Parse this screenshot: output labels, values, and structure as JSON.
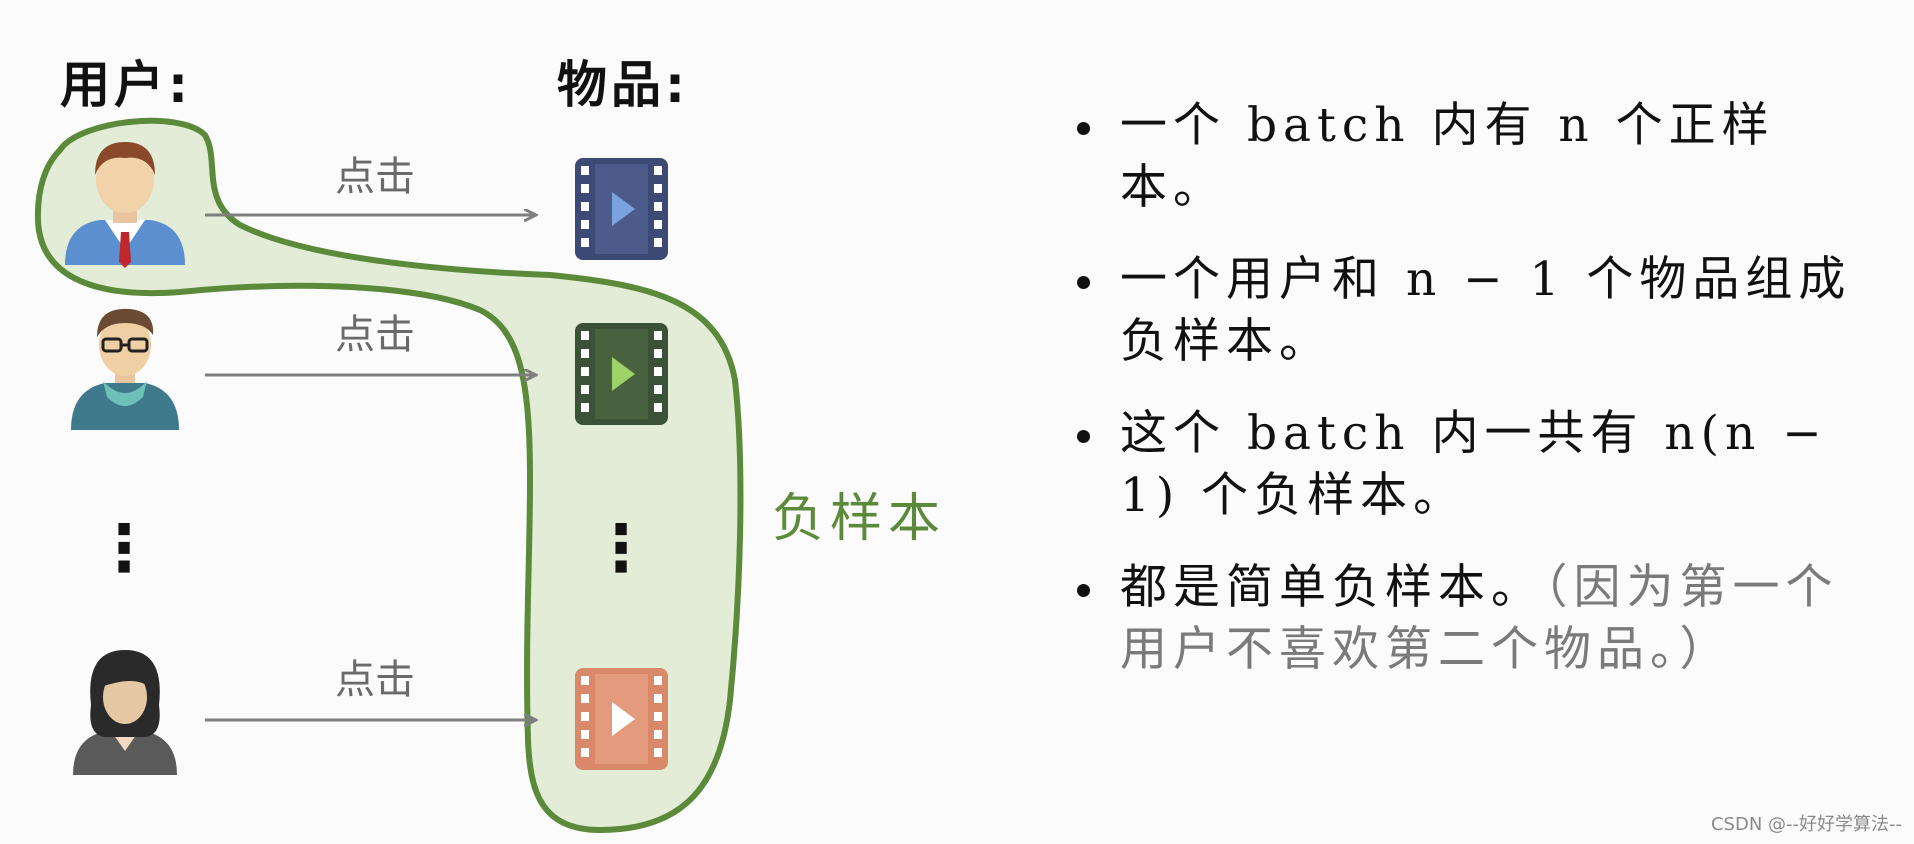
{
  "headers": {
    "users": "用户:",
    "items": "物品:"
  },
  "click_label": "点击",
  "negative_label": "负样本",
  "ellipsis": "⋮",
  "colors": {
    "region_fill": "#e2ecd6",
    "region_stroke": "#5a8a3a",
    "arrow": "#7f7f7f",
    "negative_label": "#5a8a3a",
    "video_blue": "#3d4a75",
    "video_green": "#3c5238",
    "video_orange": "#d9896a"
  },
  "bullets": [
    {
      "text": "一个 batch 内有 n 个正样本。"
    },
    {
      "text": "一个用户和 n − 1 个物品组成负样本。"
    },
    {
      "text": "这个 batch 内一共有 n(n − 1) 个负样本。"
    },
    {
      "text": "都是简单负样本。",
      "note": "（因为第一个用户不喜欢第二个物品。）"
    }
  ],
  "watermark": "CSDN @--好好学算法--"
}
